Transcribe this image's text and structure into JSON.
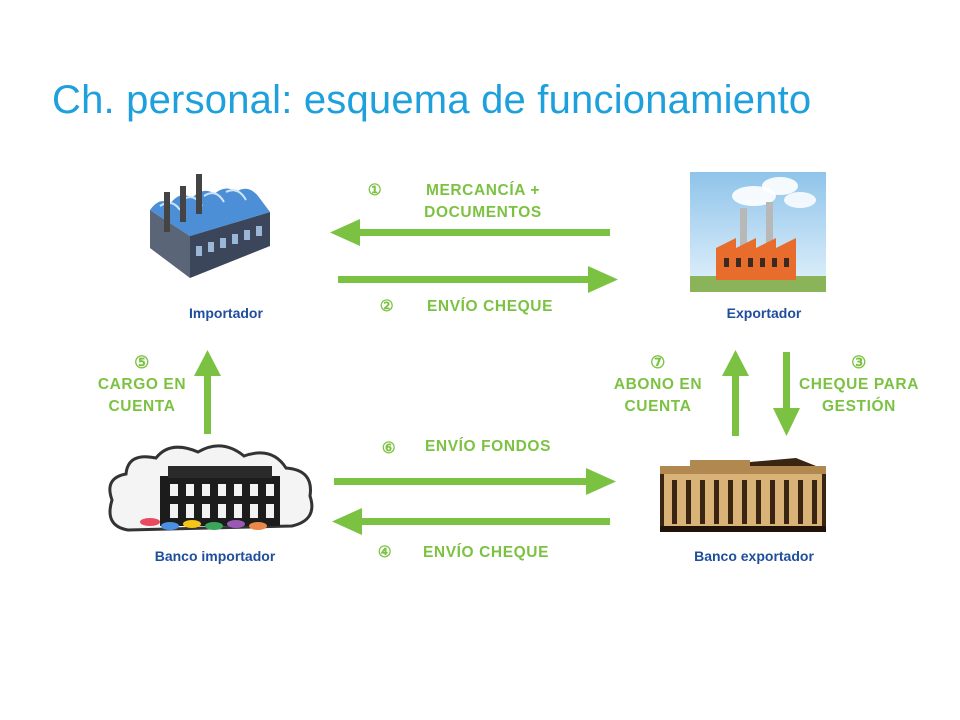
{
  "title": "Ch. personal: esquema de funcionamiento",
  "colors": {
    "title": "#1ea0dc",
    "arrow": "#7cc242",
    "label": "#1f4e9c"
  },
  "nodes": {
    "importador": {
      "label": "Importador",
      "icon": "factory-blue-icon"
    },
    "exportador": {
      "label": "Exportador",
      "icon": "factory-orange-icon"
    },
    "banco_importador": {
      "label": "Banco importador",
      "icon": "bank-building-icon"
    },
    "banco_exportador": {
      "label": "Banco exportador",
      "icon": "bank-building-icon"
    }
  },
  "steps": [
    {
      "num": "①",
      "line1": "MERCANCÍA +",
      "line2": "DOCUMENTOS"
    },
    {
      "num": "②",
      "line1": "ENVÍO CHEQUE"
    },
    {
      "num": "③",
      "line1": "CHEQUE PARA",
      "line2": "GESTIÓN"
    },
    {
      "num": "④",
      "line1": "ENVÍO CHEQUE"
    },
    {
      "num": "⑤",
      "line1": "CARGO EN",
      "line2": "CUENTA"
    },
    {
      "num": "⑥",
      "line1": "ENVÍO FONDOS"
    },
    {
      "num": "⑦",
      "line1": "ABONO EN",
      "line2": "CUENTA"
    }
  ]
}
